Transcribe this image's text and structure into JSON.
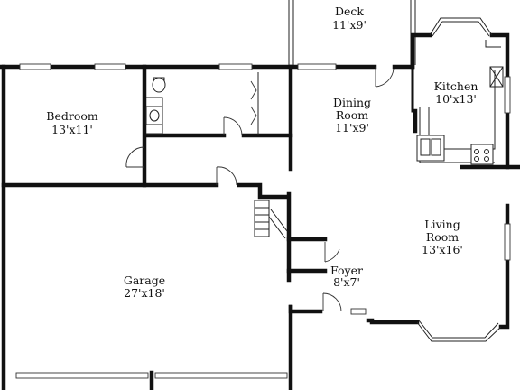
{
  "rooms": {
    "deck": {
      "name": "Deck",
      "size": "11'x9'"
    },
    "kitchen": {
      "name": "Kitchen",
      "size": "10'x13'"
    },
    "dining": {
      "name_line1": "Dining",
      "name_line2": "Room",
      "size": "11'x9'"
    },
    "bedroom": {
      "name": "Bedroom",
      "size": "13'x11'"
    },
    "living": {
      "name_line1": "Living",
      "name_line2": "Room",
      "size": "13'x16'"
    },
    "foyer": {
      "name": "Foyer",
      "size": "8'x7'"
    },
    "garage": {
      "name": "Garage",
      "size": "27'x18'"
    }
  },
  "colors": {
    "wall": "#111111",
    "background": "#ffffff"
  }
}
